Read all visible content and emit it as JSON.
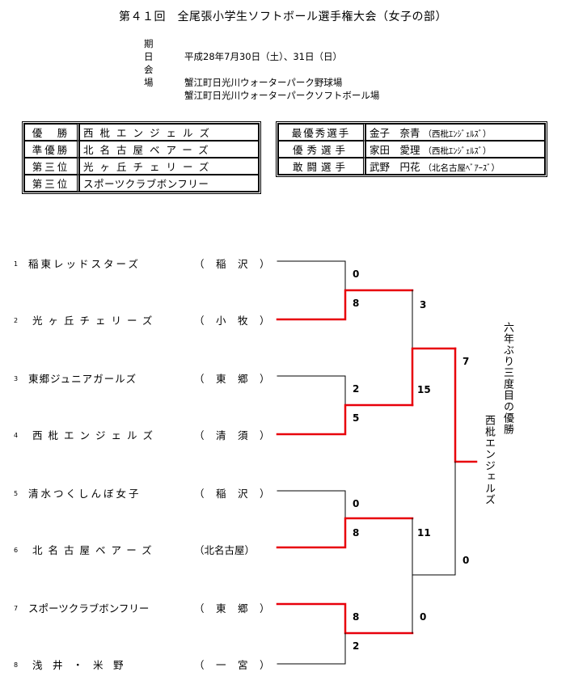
{
  "title": "第４１回　全尾張小学生ソフトボール選手権大会（女子の部）",
  "info": {
    "date_label": "期　日",
    "date_value": "平成28年7月30日（土）、31日（日）",
    "venue_label": "会　場",
    "venue_1": "蟹江町日光川ウォーターパーク野球場",
    "venue_2": "蟹江町日光川ウォーターパークソフトボール場"
  },
  "results": [
    {
      "label": "優　勝",
      "team": "西枇エンジェルズ"
    },
    {
      "label": "準優勝",
      "team": "北名古屋ベアーズ"
    },
    {
      "label": "第三位",
      "team": "光ヶ丘チェリーズ"
    },
    {
      "label": "第三位",
      "team": "スポーツクラブボンフリー"
    }
  ],
  "awards": [
    {
      "label": "最優秀選手",
      "name": "金子　奈青",
      "team": "（西枇ｴﾝｼﾞｪﾙｽﾞ）"
    },
    {
      "label": "優秀選手",
      "name": "家田　愛理",
      "team": "（西枇ｴﾝｼﾞｪﾙｽﾞ）"
    },
    {
      "label": "敢闘選手",
      "name": "武野　円花",
      "team": "（北名古屋ﾍﾞｱｰｽﾞ）"
    }
  ],
  "teams": [
    {
      "no": "1",
      "name": "稲東レッドスターズ",
      "area": "（　稲　沢　）"
    },
    {
      "no": "2",
      "name": "光ヶ丘チェリーズ",
      "area": "（　小　牧　）"
    },
    {
      "no": "3",
      "name": "東郷ジュニアガールズ",
      "area": "（　東　郷　）"
    },
    {
      "no": "4",
      "name": "西枇エンジェルズ",
      "area": "（　清　須　）"
    },
    {
      "no": "5",
      "name": "清水つくしんぼ女子",
      "area": "（　稲　沢　）"
    },
    {
      "no": "6",
      "name": "北名古屋ベアーズ",
      "area": "（北名古屋）"
    },
    {
      "no": "7",
      "name": "スポーツクラブボンフリー",
      "area": "（　東　郷　）"
    },
    {
      "no": "8",
      "name": "浅　井　・　米　野",
      "area": "（　一　宮　）"
    }
  ],
  "scores": {
    "r1_m1_top": "0",
    "r1_m1_bot": "8",
    "r1_m2_top": "2",
    "r1_m2_bot": "5",
    "r1_m3_top": "0",
    "r1_m3_bot": "8",
    "r1_m4_top": "8",
    "r1_m4_bot": "2",
    "sf1_top": "3",
    "sf1_bot": "15",
    "sf2_top": "11",
    "sf2_bot": "0",
    "final_top": "7",
    "final_bot": "0"
  },
  "champion_note": "六年ぶり三度目の優勝",
  "champion_team": "西枇エンジェルズ",
  "colors": {
    "winner_line": "#e8000b",
    "loser_line": "#000000"
  }
}
